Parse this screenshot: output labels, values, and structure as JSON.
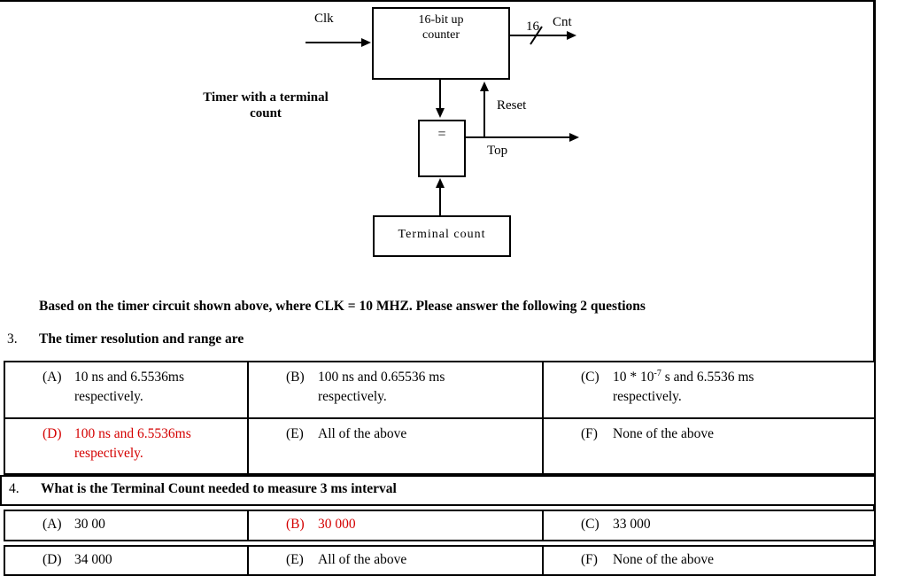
{
  "diagram": {
    "clk_label": "Clk",
    "counter_label_line1": "16-bit up",
    "counter_label_line2": "counter",
    "bus_width": "16",
    "cnt_label": "Cnt",
    "reset_label": "Reset",
    "comparator_label": "=",
    "top_label": "Top",
    "terminal_count_label": "Terminal count",
    "caption_line1": "Timer with a terminal",
    "caption_line2": "count"
  },
  "intro": "Based on the timer circuit shown above, where CLK = 10 MHZ. Please answer the following 2 questions",
  "q3": {
    "number": "3.",
    "text": "The timer resolution  and range are",
    "options": [
      {
        "letter": "(A)",
        "line1": "10 ns and 6.5536ms",
        "line2": "respectively."
      },
      {
        "letter": "(B)",
        "line1": "100 ns and 0.65536 ms",
        "line2": "respectively."
      },
      {
        "letter": "(C)",
        "line1_pre": "10 * 10",
        "line1_sup": "-7",
        "line1_post": " s and 6.5536 ms",
        "line2": "respectively."
      },
      {
        "letter": "(D)",
        "line1": "100 ns and 6.5536ms",
        "line2": "respectively.",
        "highlighted": true
      },
      {
        "letter": "(E)",
        "line1": "All of the above"
      },
      {
        "letter": "(F)",
        "line1": "None of the above"
      }
    ]
  },
  "q4": {
    "number": "4.",
    "text": "What is the Terminal Count needed to measure 3 ms interval",
    "options": [
      {
        "letter": "(A)",
        "line1": "30 00"
      },
      {
        "letter": "(B)",
        "line1": "30 000",
        "highlighted": true
      },
      {
        "letter": "(C)",
        "line1": "33 000"
      },
      {
        "letter": "(D)",
        "line1": "34 000"
      },
      {
        "letter": "(E)",
        "line1": "All of the above"
      },
      {
        "letter": "(F)",
        "line1": "None of the above"
      }
    ]
  },
  "colors": {
    "highlight": "#d40000",
    "border": "#000000",
    "background": "#ffffff"
  }
}
